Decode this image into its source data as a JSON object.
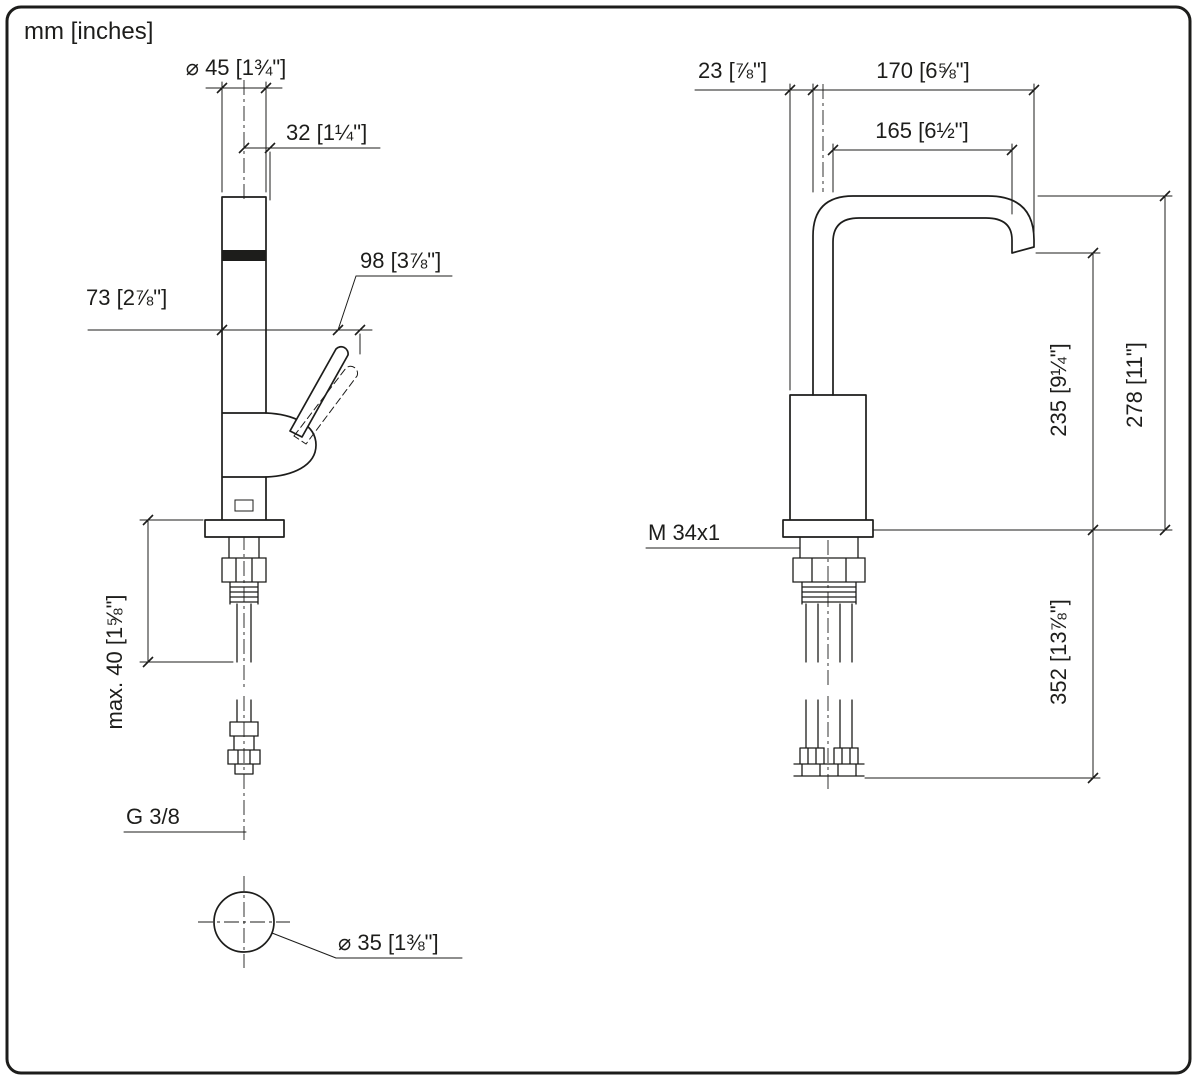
{
  "header": {
    "units": "mm [inches]"
  },
  "front": {
    "d45": "⌀ 45 [1¾\"]",
    "d32": "32 [1¼\"]",
    "d98": "98 [3⅞\"]",
    "d73": "73 [2⅞\"]",
    "dmax40": "max. 40 [1⅝\"]",
    "g38": "G 3/8",
    "d35": "⌀ 35 [1⅜\"]"
  },
  "side": {
    "d23": "23 [⅞\"]",
    "d170": "170 [6⅝\"]",
    "d165": "165 [6½\"]",
    "d235": "235 [9¼\"]",
    "d278": "278 [11\"]",
    "m34": "M 34x1",
    "d352": "352 [13⅞\"]"
  }
}
